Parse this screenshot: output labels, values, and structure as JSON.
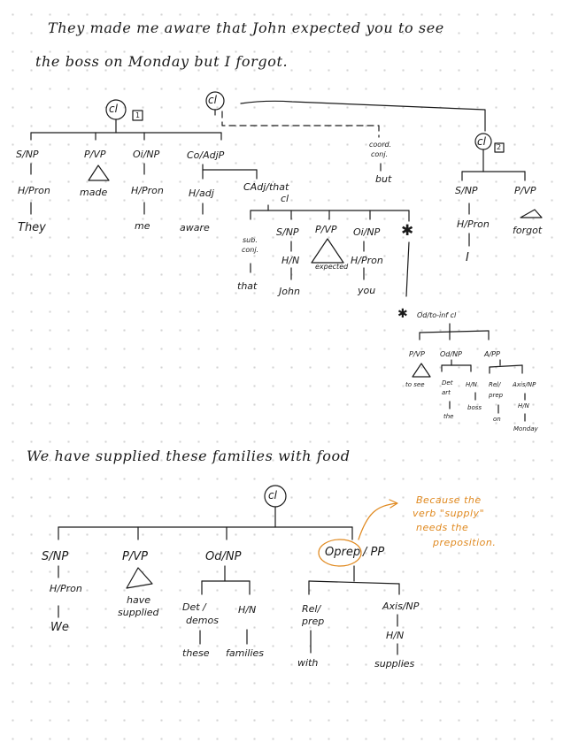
{
  "sentence1": {
    "line1": "They made me aware that John expected you to see",
    "line2": "the boss on Monday but I forgot."
  },
  "tree1": {
    "root_label": "cl",
    "clause1_label": "cl",
    "clause1_number": "1",
    "clause2_label": "cl",
    "clause2_number": "2",
    "coord": {
      "label_line1": "coord.",
      "label_line2": "conj.",
      "word": "but"
    },
    "subject": {
      "label": "S/NP",
      "head": "H/Pron",
      "word": "They"
    },
    "predicator": {
      "label": "P/VP",
      "word": "made"
    },
    "indirect_object": {
      "label": "Oi/NP",
      "head": "H/Pron",
      "word": "me"
    },
    "object_complement": {
      "label": "Co/AdjP",
      "head": "H/adj",
      "word": "aware"
    },
    "adj_complement": {
      "label_line1": "CAdj/that",
      "label_line2": "cl"
    },
    "sub_conj": {
      "label_line1": "sub.",
      "label_line2": "conj.",
      "word": "that"
    },
    "inner_subject": {
      "label": "S/NP",
      "head": "H/N",
      "word": "John"
    },
    "inner_predicator": {
      "label": "P/VP",
      "word": "expected"
    },
    "inner_object": {
      "label": "Oi/NP",
      "head": "H/Pron",
      "word": "you"
    },
    "star": "✱",
    "infinitive": {
      "label": "Od/to-inf cl",
      "predicator": {
        "label": "P/VP",
        "word": "to see"
      },
      "object": {
        "label": "Od/NP",
        "det_line1": "Det",
        "det_line2": "art",
        "det_word": "the",
        "head": "H/N",
        "head_word": "boss"
      },
      "adjunct": {
        "label": "A/PP",
        "rel_line1": "Rel/",
        "rel_line2": "prep",
        "rel_word": "on",
        "axis": "Axis/NP",
        "axis_head": "H/N",
        "axis_word": "Monday"
      }
    },
    "clause2": {
      "subject": {
        "label": "S/NP",
        "head": "H/Pron",
        "word": "I"
      },
      "predicator": {
        "label": "P/VP",
        "word": "forgot"
      }
    }
  },
  "sentence2": {
    "line1": "We have supplied these families with food"
  },
  "tree2": {
    "root_label": "cl",
    "subject": {
      "label": "S/NP",
      "head": "H/Pron",
      "word": "We"
    },
    "predicator": {
      "label": "P/VP",
      "word_line1": "have",
      "word_line2": "supplied"
    },
    "object": {
      "label": "Od/NP",
      "det_line1": "Det /",
      "det_line2": "demos",
      "det_word": "these",
      "head": "H/N",
      "head_word": "families"
    },
    "prep_object": {
      "label_main": "Oprep",
      "label_rest": "/ PP",
      "rel_line1": "Rel/",
      "rel_line2": "prep",
      "rel_word": "with",
      "axis": "Axis/NP",
      "axis_head": "H/N",
      "axis_word": "supplies"
    },
    "note": {
      "line1": "Because the",
      "line2": "verb \"supply\"",
      "line3": "needs the",
      "line4": "preposition."
    }
  },
  "colors": {
    "ink": "#1a1a1a",
    "highlight": "#e0891f",
    "dots": "#d4d4d4"
  }
}
